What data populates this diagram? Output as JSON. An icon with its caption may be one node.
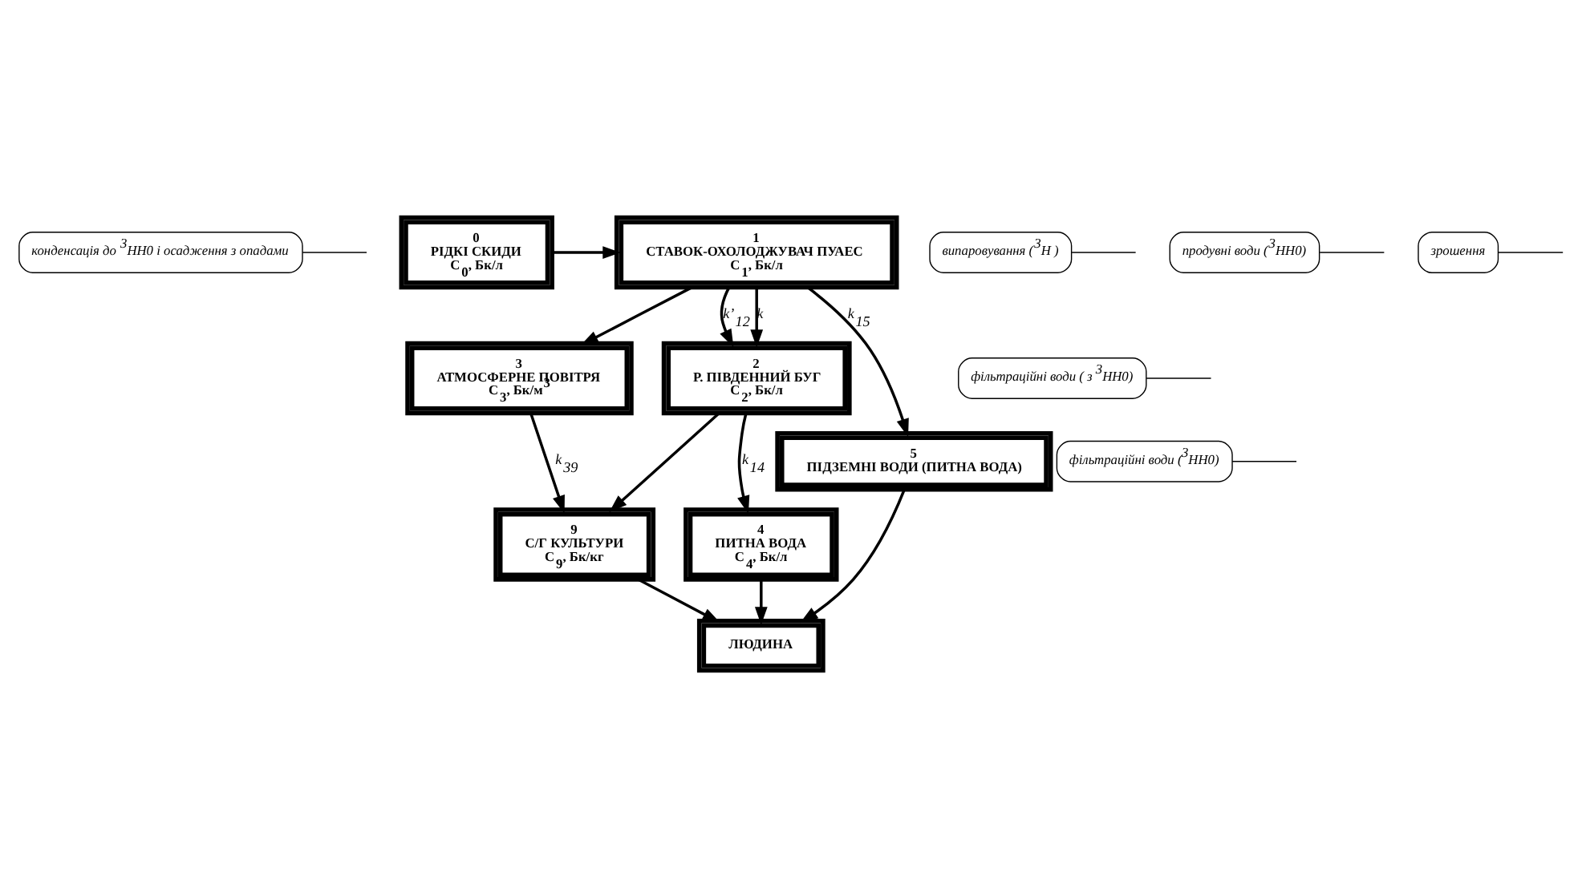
{
  "diagram": {
    "nodes": [
      {
        "text": [
          "конденсація до $^{3}$НН0 і осадження з опадами"
        ]
      },
      {
        "text": [
          "3",
          "АТМОСФЕРНЕ ПОВІТРЯ",
          "C$_{3}$, Бк/м$^{3}$"
        ]
      },
      {
        "text": [
          "випаровування ($^{3}$H )"
        ]
      },
      {
        "text": [
          "продувні води ($^{3}$НН0)"
        ]
      },
      {
        "text": [
          "1",
          "СТАВОК-ОХОЛОДЖУВАЧ ПУАЕС",
          "C$_{1}$, Бк/л"
        ]
      },
      {
        "text": [
          "0",
          "РІДКІ СКИДИ",
          "C$_{0}$, Бк/л"
        ]
      },
      {
        "text": [
          "фільтраційні води ( з $^{3}$НН0)"
        ]
      },
      {
        "text": [
          "2",
          "Р. ПІВДЕННИЙ БУГ",
          "C$_{2}$, Бк/л"
        ]
      },
      {
        "text": [
          "фільтраційні води ($^{3}$НН0)"
        ]
      },
      {
        "text": [
          "зрошення"
        ]
      },
      {
        "text": [
          "5",
          "ПІДЗЕМНІ ВОДИ (ПИТНА ВОДА)"
        ]
      },
      {
        "text": [
          "9",
          "С/Г КУЛЬТУРИ",
          "C$_{9}$, Бк/кг"
        ]
      },
      {
        "text": [
          "4",
          "ПИТНА ВОДА",
          "C$_{4}$, Бк/л"
        ]
      },
      {
        "text": [
          "ЛЮДИНА"
        ]
      }
    ],
    "edges": [
      {
        "from": 5,
        "to": 4,
        "arrow": "to"
      },
      {
        "from": 4,
        "to": 1,
        "arrow": "to"
      },
      {
        "from": 4,
        "to": 7,
        "arrow": "to",
        "label": "k’$_{12}$"
      },
      {
        "from": 4,
        "to": 7,
        "arrow": "to",
        "label": "k"
      },
      {
        "from": 1,
        "to": 11,
        "arrow": "to",
        "label": "k$_{39}$"
      },
      {
        "from": 7,
        "to": 11,
        "arrow": "to"
      },
      {
        "from": 7,
        "to": 12,
        "arrow": "to",
        "label": "k$_{14}$"
      },
      {
        "from": 4,
        "to": 10,
        "arrow": "to",
        "label": "k$_{15}$"
      },
      {
        "from": 11,
        "to": 13,
        "arrow": "to"
      },
      {
        "from": 12,
        "to": 13,
        "arrow": "to"
      },
      {
        "from": 10,
        "to": 13,
        "arrow": "to"
      },
      {
        "from": 0,
        "to": null,
        "arrow": "none"
      },
      {
        "from": 2,
        "to": null,
        "arrow": "none"
      },
      {
        "from": 3,
        "to": null,
        "arrow": "none"
      },
      {
        "from": 6,
        "to": null,
        "arrow": "none"
      },
      {
        "from": 8,
        "to": null,
        "arrow": "none"
      },
      {
        "from": 9,
        "to": null,
        "arrow": "none"
      }
    ]
  }
}
